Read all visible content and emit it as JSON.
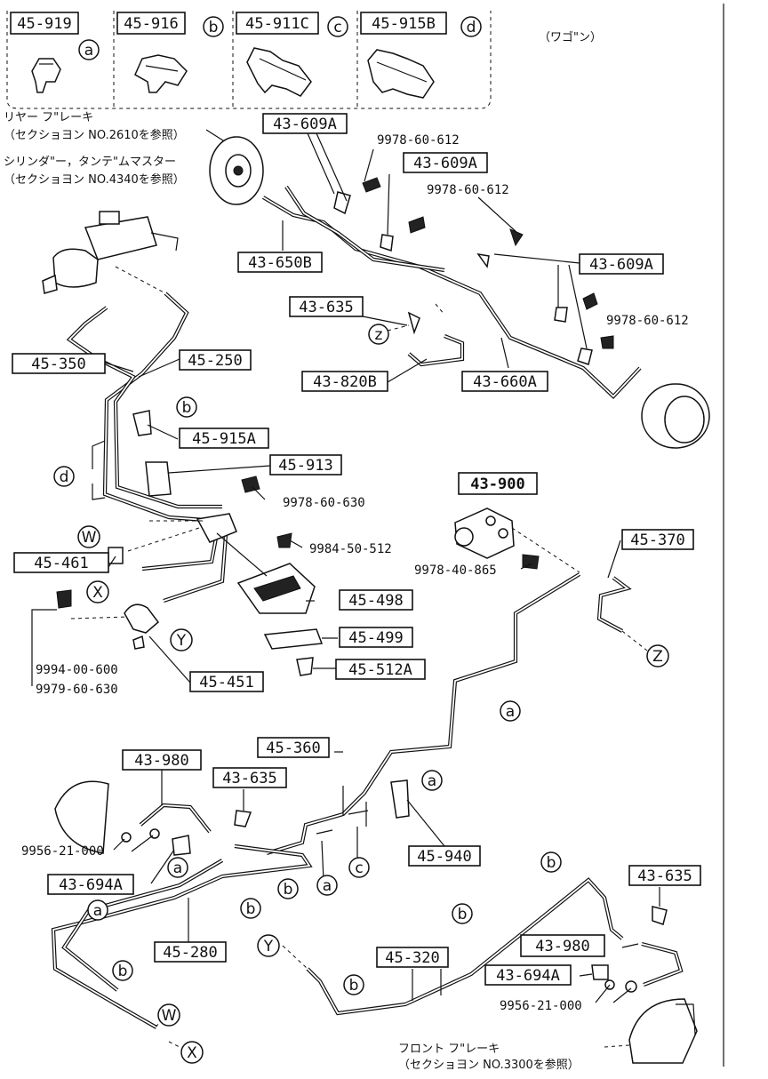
{
  "header": {
    "variant_note": "（ワゴ\"ン）"
  },
  "notes": {
    "rear_brake_line1": "リヤー フ\"レーキ",
    "rear_brake_line2": "（セクショヨン NO.2610を参照）",
    "master_line1": "シリンダ\"ー，タンテ\"ムマスター",
    "master_line2": "（セクショヨン NO.4340を参照）",
    "front_brake_line1": "フロント フ\"レーキ",
    "front_brake_line2": "（セクショヨン NO.3300を参照）"
  },
  "inset": [
    {
      "part": "45-919",
      "letter": "a"
    },
    {
      "part": "45-916",
      "letter": "b"
    },
    {
      "part": "45-911C",
      "letter": "c"
    },
    {
      "part": "45-915B",
      "letter": "d"
    }
  ],
  "boxed_parts": {
    "p43_609A_1": "43-609A",
    "p43_609A_2": "43-609A",
    "p43_609A_3": "43-609A",
    "p43_650B": "43-650B",
    "p43_635_1": "43-635",
    "p43_820B": "43-820B",
    "p43_660A": "43-660A",
    "p45_350": "45-350",
    "p45_250": "45-250",
    "p45_915A": "45-915A",
    "p45_913": "45-913",
    "p43_900": "43-900",
    "p45_370": "45-370",
    "p45_461": "45-461",
    "p45_498": "45-498",
    "p45_499": "45-499",
    "p45_512A": "45-512A",
    "p45_451": "45-451",
    "p45_360": "45-360",
    "p43_980_1": "43-980",
    "p43_635_2": "43-635",
    "p45_940": "45-940",
    "p43_694A_1": "43-694A",
    "p45_280": "45-280",
    "p45_320": "45-320",
    "p43_635_3": "43-635",
    "p43_980_2": "43-980",
    "p43_694A_2": "43-694A"
  },
  "bolt_numbers": {
    "b1": "9978-60-612",
    "b2": "9978-60-612",
    "b3": "9978-60-612",
    "b4": "9978-60-630",
    "b5": "9984-50-512",
    "b6": "9978-40-865",
    "b7": "9994-00-600",
    "b8": "9979-60-630",
    "b9": "9956-21-000",
    "b10": "9956-21-000"
  },
  "refs": {
    "a": "a",
    "b": "b",
    "c": "c",
    "d": "d",
    "W": "W",
    "X": "X",
    "Y": "Y",
    "Z": "Z",
    "z": "z"
  }
}
